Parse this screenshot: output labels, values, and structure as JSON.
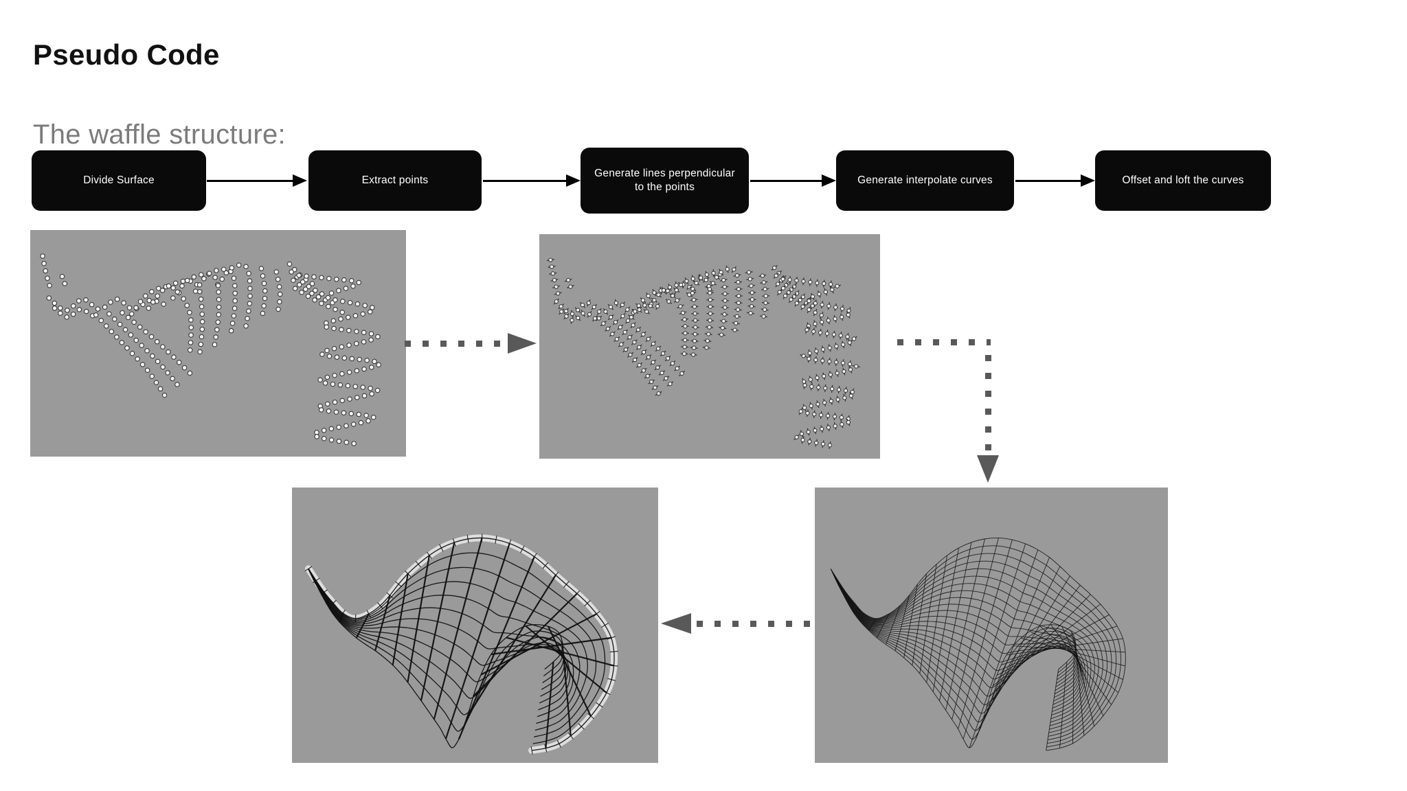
{
  "page": {
    "title": "Pseudo Code",
    "subtitle": "The waffle structure:"
  },
  "flowchart": {
    "steps": [
      {
        "label": "Divide Surface"
      },
      {
        "label": "Extract points"
      },
      {
        "label": "Generate lines perpendicular to the points"
      },
      {
        "label": "Generate interpolate curves"
      },
      {
        "label": "Offset and loft the curves"
      }
    ]
  },
  "panels": [
    {
      "id": "points",
      "description": "Viewport preview: rows of white points extracted from the divided surface"
    },
    {
      "id": "perpendicular-lines",
      "description": "Viewport preview: short lines generated perpendicular to each extracted point"
    },
    {
      "id": "interpolated-curves",
      "description": "Viewport preview: interpolated curves forming a wireframe wave surface"
    },
    {
      "id": "lofted-structure",
      "description": "Viewport preview: offset and lofted curves forming the final waffle structure"
    }
  ],
  "colors": {
    "page_background": "#ffffff",
    "title": "#111111",
    "subtitle": "#7b7b7b",
    "box_background": "#0a0a0a",
    "box_text": "#ffffff",
    "flow_arrow": "#000000",
    "dotted_arrow": "#595959",
    "panel_background": "#9a9a9a"
  }
}
